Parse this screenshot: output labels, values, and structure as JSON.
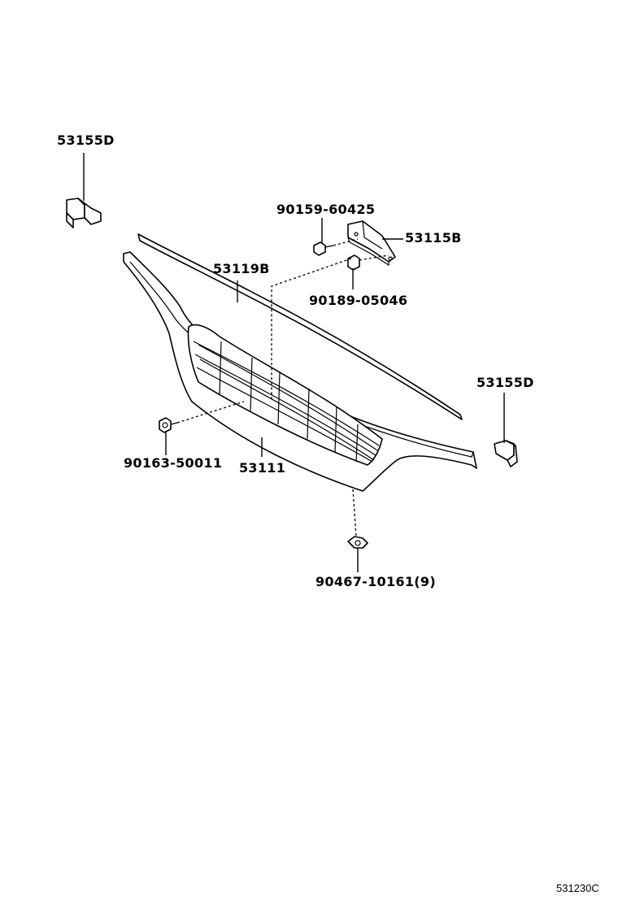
{
  "parts": [
    {
      "id": "53155D-left",
      "label": "53155D"
    },
    {
      "id": "90159-60425",
      "label": "90159-60425"
    },
    {
      "id": "53115B",
      "label": "53115B"
    },
    {
      "id": "53119B",
      "label": "53119B"
    },
    {
      "id": "90189-05046",
      "label": "90189-05046"
    },
    {
      "id": "53155D-right",
      "label": "53155D"
    },
    {
      "id": "90163-50011",
      "label": "90163-50011"
    },
    {
      "id": "53111",
      "label": "53111"
    },
    {
      "id": "90467-10161",
      "label": "90467-10161(9)"
    }
  ],
  "diagram_ref": "531230C"
}
